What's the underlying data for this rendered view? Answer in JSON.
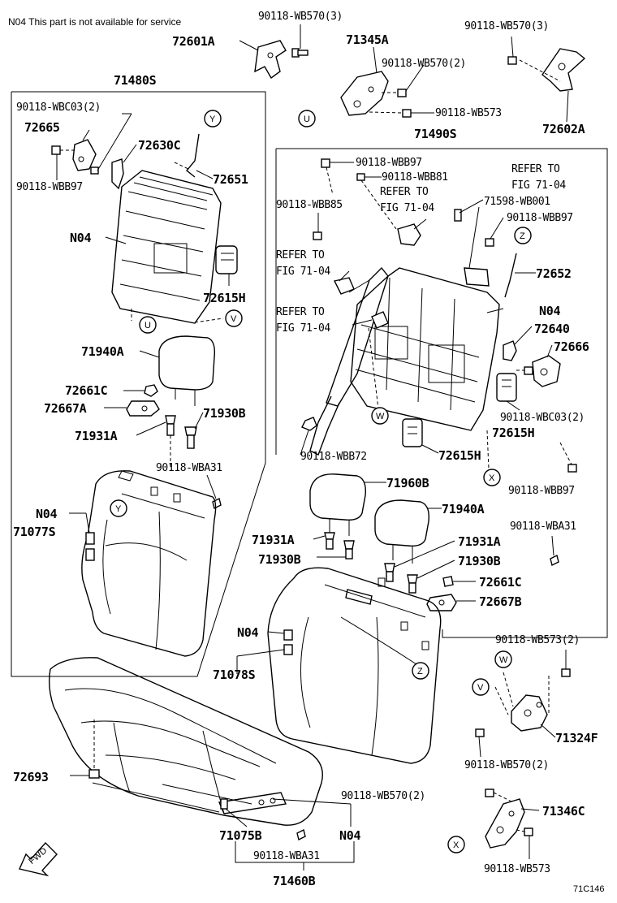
{
  "note": "N04 This part is not available for service",
  "figure_code": "71C146",
  "fwd_label": "FWD",
  "refer": {
    "line1": "REFER TO",
    "line2": "FIG 71-04"
  },
  "circles": {
    "u": "U",
    "v": "V",
    "w": "W",
    "x": "X",
    "y": "Y",
    "z": "Z"
  },
  "parts": {
    "p72601A": "72601A",
    "p90118WB570_3": "90118-WB570(3)",
    "p71345A": "71345A",
    "p90118WB570_2": "90118-WB570(2)",
    "p90118WB573": "90118-WB573",
    "p72602A": "72602A",
    "p71480S": "71480S",
    "p71490S": "71490S",
    "p90118WBC03_2": "90118-WBC03(2)",
    "p72665": "72665",
    "p72630C": "72630C",
    "p90118WBB97": "90118-WBB97",
    "p72651": "72651",
    "pN04": "N04",
    "p72615H": "72615H",
    "p71940A": "71940A",
    "p72661C": "72661C",
    "p72667A": "72667A",
    "p71930B": "71930B",
    "p71931A": "71931A",
    "p90118WBA31": "90118-WBA31",
    "p71077S": "71077S",
    "p90118WBB81": "90118-WBB81",
    "p90118WBB85": "90118-WBB85",
    "p71598WB001": "71598-WB001",
    "p72652": "72652",
    "p72640": "72640",
    "p72666": "72666",
    "p90118WBB72": "90118-WBB72",
    "p71960B": "71960B",
    "p72667B": "72667B",
    "p71078S": "71078S",
    "p90118WB573_2": "90118-WB573(2)",
    "p71324F": "71324F",
    "p72693": "72693",
    "p71346C": "71346C",
    "p71075B": "71075B",
    "p71460B": "71460B"
  }
}
